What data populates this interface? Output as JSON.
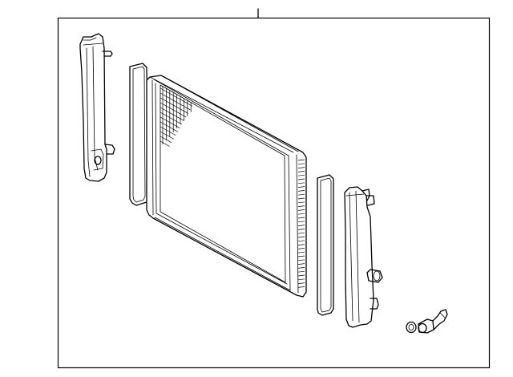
{
  "diagram": {
    "line_color": "#000000",
    "background": "#ffffff",
    "parts": [
      {
        "id": "left-tank",
        "icon": "radiator-end-tank-icon"
      },
      {
        "id": "left-gasket",
        "icon": "gasket-icon"
      },
      {
        "id": "radiator-core",
        "icon": "radiator-core-icon"
      },
      {
        "id": "right-gasket",
        "icon": "gasket-icon"
      },
      {
        "id": "right-tank",
        "icon": "radiator-end-tank-icon"
      },
      {
        "id": "drain-plug",
        "icon": "drain-plug-icon"
      },
      {
        "id": "o-ring",
        "icon": "o-ring-icon"
      }
    ]
  }
}
